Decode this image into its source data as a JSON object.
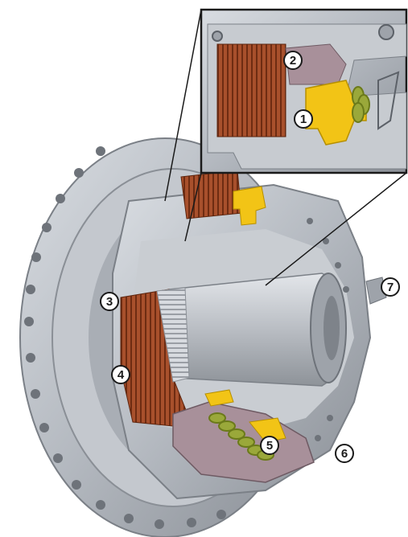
{
  "image": {
    "subject": "cutaway",
    "callouts": [
      {
        "id": "1",
        "label": "1"
      },
      {
        "id": "2",
        "label": "2"
      },
      {
        "id": "3",
        "label": "3"
      },
      {
        "id": "4",
        "label": "4"
      },
      {
        "id": "5",
        "label": "5"
      },
      {
        "id": "6",
        "label": "6"
      },
      {
        "id": "7",
        "label": "7"
      }
    ]
  },
  "colors": {
    "background": "#ffffff",
    "housing": "#b8bcc2",
    "housing_dark": "#8d9198",
    "copper_pack": "#a8502c",
    "spring_yellow": "#f2c416",
    "spring_green": "#8c9a2a",
    "purple_disc": "#a8909a"
  }
}
